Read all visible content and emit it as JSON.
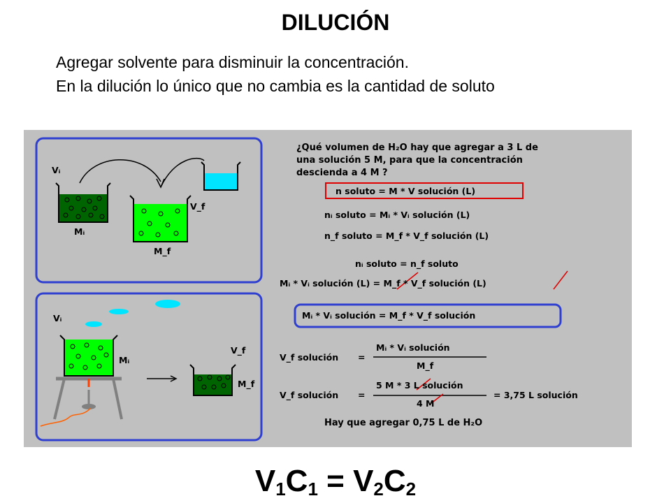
{
  "title": "DILUCIÓN",
  "intro": {
    "line1": "Agregar solvente para disminuir la concentración.",
    "line2": "En la dilución lo único que no cambia es la cantidad de soluto"
  },
  "diagram": {
    "question": [
      "¿Qué volumen de H₂O hay que agregar a 3 L de",
      "una solución 5 M, para que la concentración",
      "descienda a 4 M ?"
    ],
    "box_formula": "n soluto = M * V solución (L)",
    "ni_line": "nᵢ  soluto = Mᵢ * Vᵢ  solución (L)",
    "nf_line": "n_f  soluto = M_f * V_f  solución (L)",
    "equal_line": "nᵢ soluto = n_f soluto",
    "cross_line": "Mᵢ * Vᵢ  solución (L) = M_f * V_f  solución (L)",
    "box2_formula": "Mᵢ * Vᵢ  solución = M_f * V_f  solución",
    "vf_label": "V_f solución",
    "eq": "=",
    "frac1_num": "Mᵢ * Vᵢ  solución",
    "frac1_den": "M_f",
    "frac2_num": "5 M * 3 L solución",
    "frac2_den": "4 M",
    "result": "= 3,75 L solución",
    "answer": "Hay que agregar 0,75 L de H₂O",
    "labels": {
      "vi": "Vᵢ",
      "mi": "Mᵢ",
      "vf": "V_f",
      "mf": "M_f"
    }
  },
  "formula": {
    "v1": "V",
    "s1": "1",
    "c1": "C",
    "s2": "1",
    "eq": " = V",
    "s3": "2",
    "c2": "C",
    "s4": "2"
  },
  "colors": {
    "panel_bg": "#c0c0c0",
    "frame_blue": "#2f3fd0",
    "dark_green": "#006400",
    "light_green": "#00ff00",
    "cyan": "#00e5ff",
    "red_box": "#e00000"
  }
}
